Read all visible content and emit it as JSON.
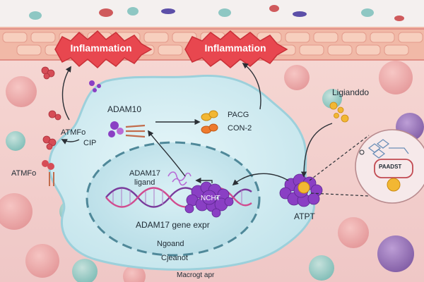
{
  "colors": {
    "inflammation_badge": "#e8474f",
    "cell_fill": "#d7eef2",
    "nucleus_fill": "#c9e6ee",
    "protein_purple": "#8a3fc4",
    "tissue_pink": "#f3c9c6",
    "ligand_yellow": "#f2b733"
  },
  "inflammation_labels": [
    "Inflammation",
    "Inflammation"
  ],
  "labels": {
    "adam10": "ADAM10",
    "pacg": "PACG",
    "con2": "CON-2",
    "ligando": "Ligianddo",
    "atmfo_upper": "ATMFo",
    "atmfo_lower": "ATMFo",
    "cip": "CIP",
    "adam17_ligand_line1": "ADAM17",
    "adam17_ligand_line2": "ligand",
    "ncht": "NCHT",
    "adam17_gene": "ADAM17 gene expr",
    "ngoand": "Ngoand",
    "cjeanot": "Cjeanot",
    "macrogt": "Macrogt apr",
    "atpt": "ATPT",
    "inset_label": "PAADST"
  },
  "icons": [
    "inflammation-badge-icon",
    "cell-membrane-icon",
    "nucleus-icon",
    "dna-helix-icon",
    "protein-cluster-icon",
    "ligand-molecule-icon",
    "receptor-icon",
    "zoom-inset-icon"
  ]
}
